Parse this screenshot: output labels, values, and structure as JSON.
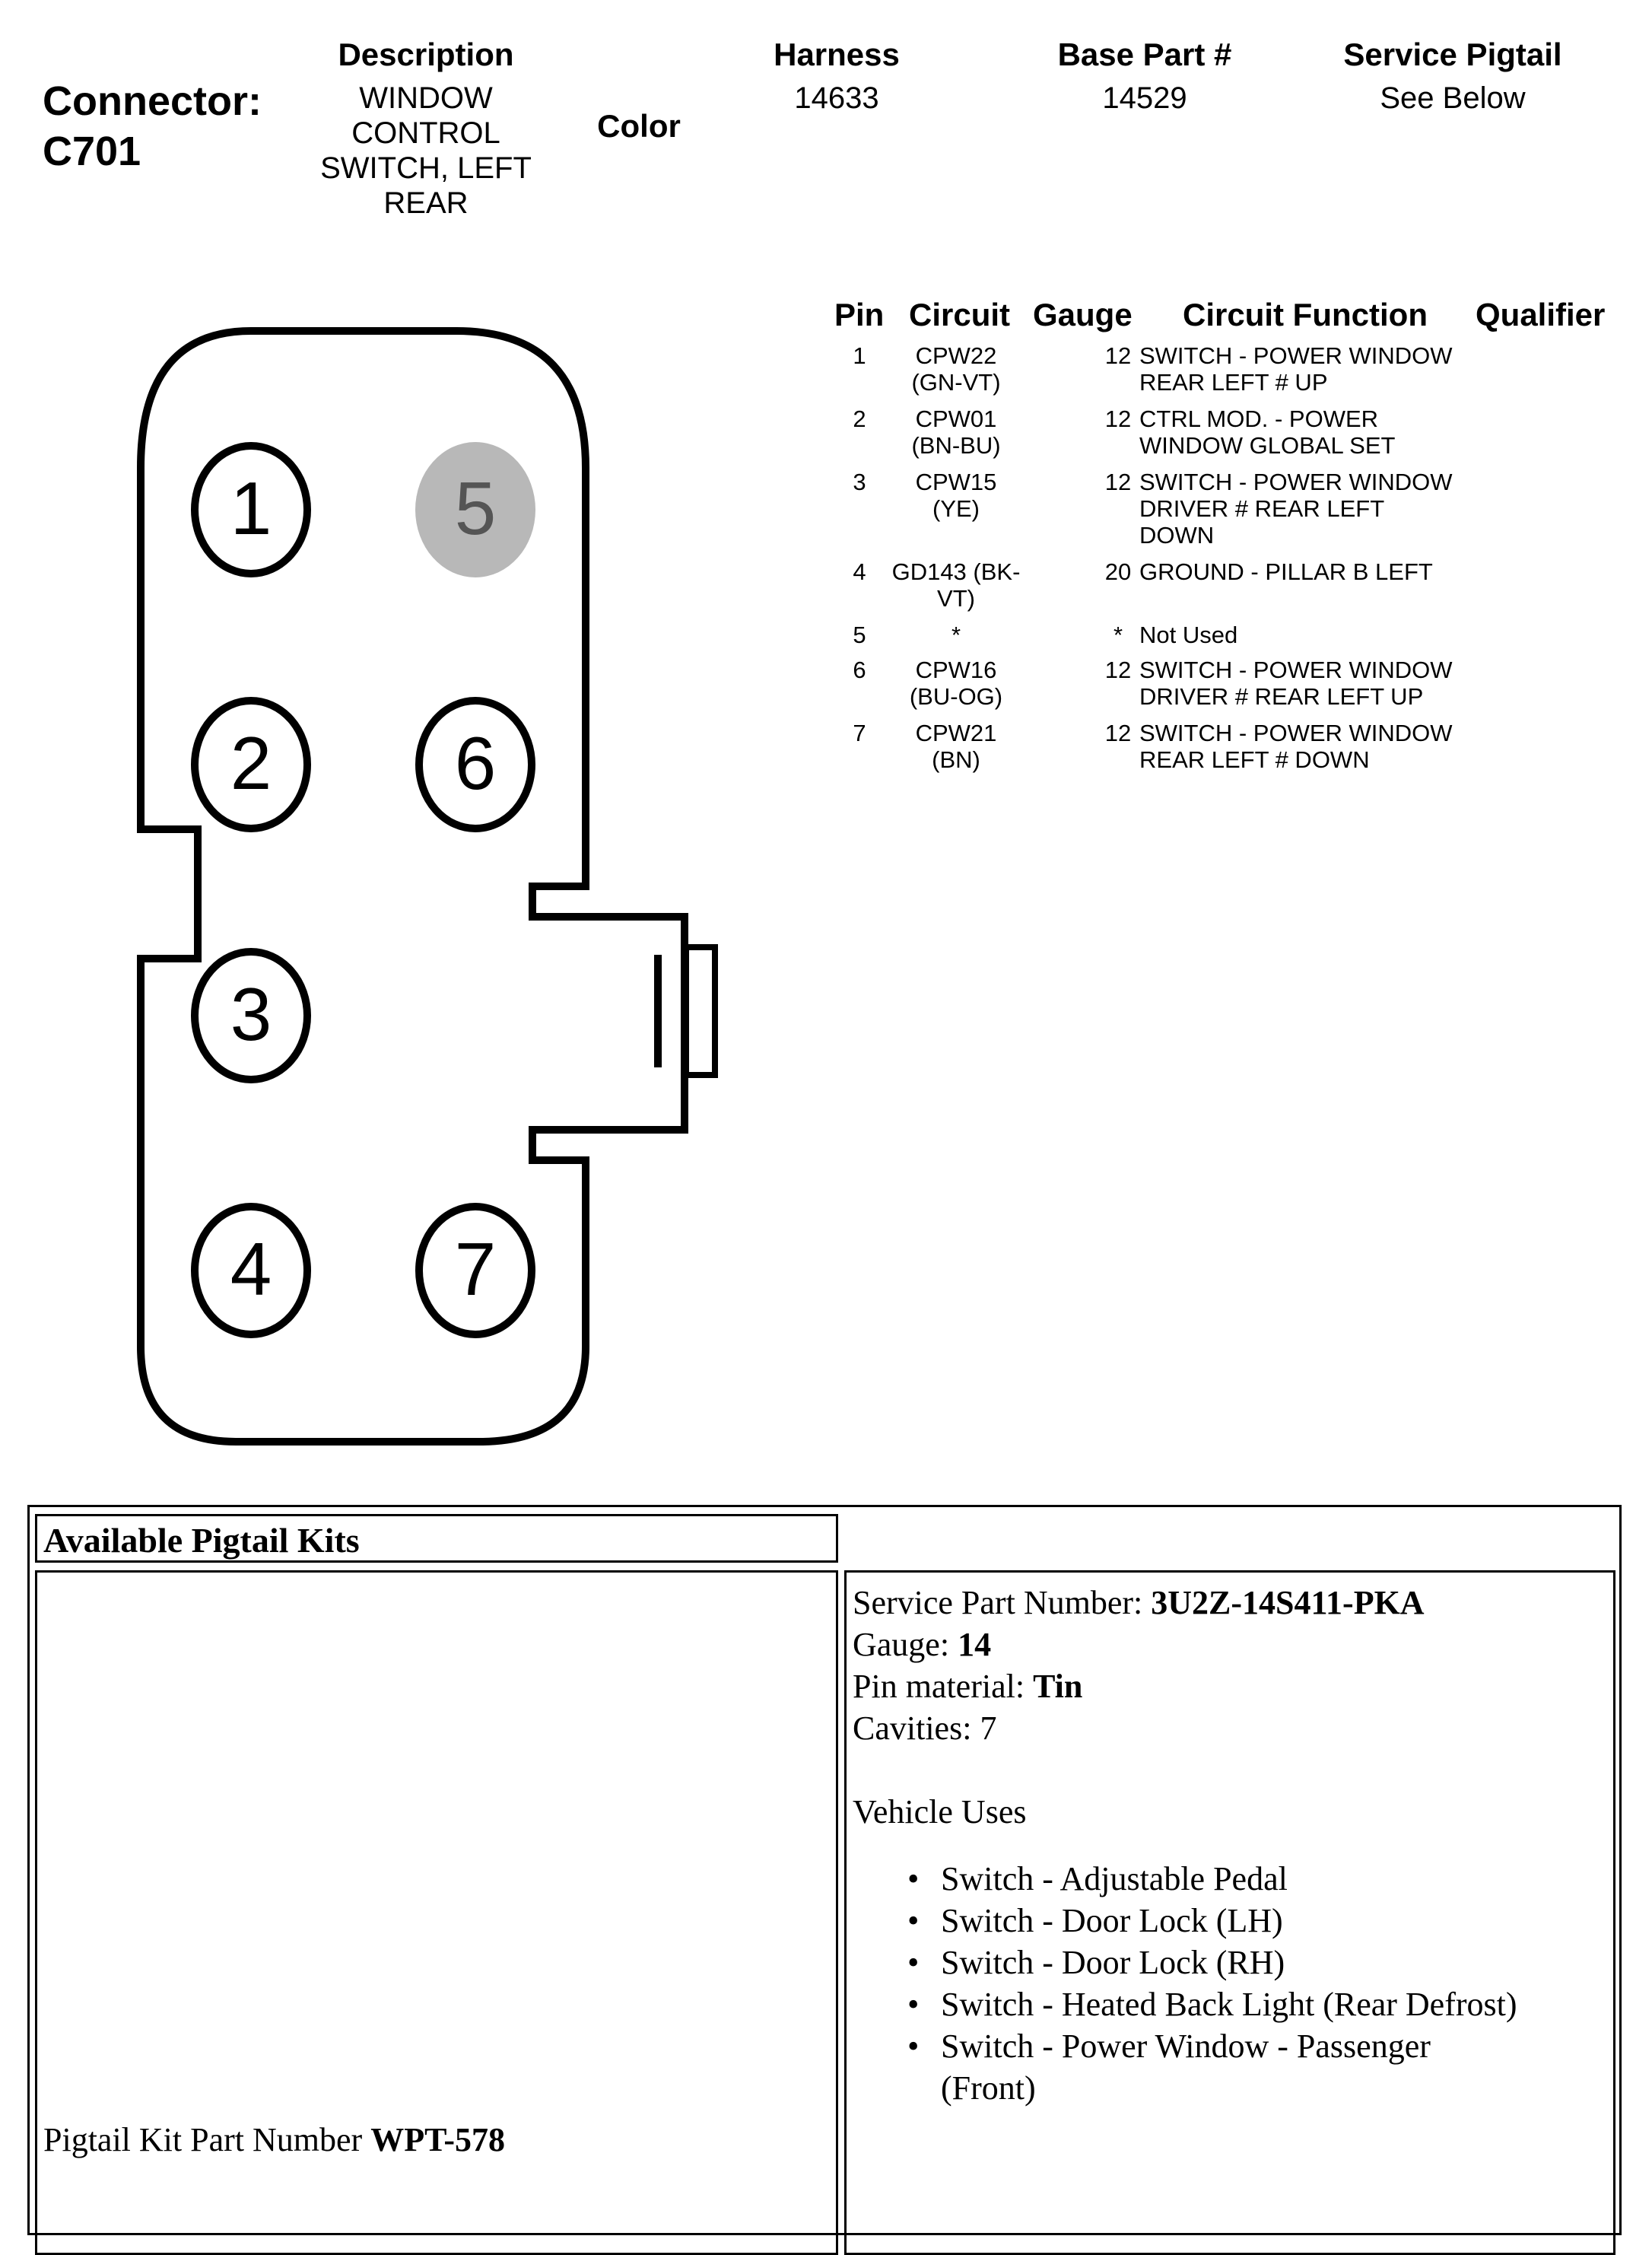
{
  "header": {
    "connector_label": "Connector:",
    "connector_id": "C701",
    "description_head": "Description",
    "description_lines": [
      "WINDOW",
      "CONTROL",
      "SWITCH, LEFT",
      "REAR"
    ],
    "color_head": "Color",
    "harness_head": "Harness",
    "harness_value": "14633",
    "base_part_head": "Base Part #",
    "base_part_value": "14529",
    "service_pigtail_head": "Service Pigtail",
    "service_pigtail_value": "See Below"
  },
  "pin_table": {
    "headers": {
      "pin": "Pin",
      "circuit": "Circuit",
      "gauge": "Gauge",
      "function": "Circuit Function",
      "qualifier": "Qualifier"
    },
    "rows": [
      {
        "pin": "1",
        "circuit": [
          "CPW22",
          "(GN-VT)"
        ],
        "gauge": "12",
        "function": [
          "SWITCH - POWER WINDOW",
          "REAR LEFT # UP"
        ]
      },
      {
        "pin": "2",
        "circuit": [
          "CPW01",
          "(BN-BU)"
        ],
        "gauge": "12",
        "function": [
          "CTRL MOD. - POWER",
          "WINDOW GLOBAL SET"
        ]
      },
      {
        "pin": "3",
        "circuit": [
          "CPW15",
          "(YE)"
        ],
        "gauge": "12",
        "function": [
          "SWITCH - POWER WINDOW",
          "DRIVER # REAR LEFT",
          "DOWN"
        ]
      },
      {
        "pin": "4",
        "circuit": [
          "GD143 (BK-",
          "VT)"
        ],
        "gauge": "20",
        "function": [
          "GROUND - PILLAR B LEFT"
        ]
      },
      {
        "pin": "5",
        "circuit": [
          "*"
        ],
        "gauge": "*",
        "function": [
          "Not Used"
        ]
      },
      {
        "pin": "6",
        "circuit": [
          "CPW16",
          "(BU-OG)"
        ],
        "gauge": "12",
        "function": [
          "SWITCH - POWER WINDOW",
          "DRIVER # REAR LEFT UP"
        ]
      },
      {
        "pin": "7",
        "circuit": [
          "CPW21",
          "(BN)"
        ],
        "gauge": "12",
        "function": [
          "SWITCH - POWER WINDOW",
          "REAR LEFT # DOWN"
        ]
      }
    ]
  },
  "diagram": {
    "pins": [
      {
        "label": "1",
        "state": "used"
      },
      {
        "label": "5",
        "state": "unused"
      },
      {
        "label": "2",
        "state": "used"
      },
      {
        "label": "6",
        "state": "used"
      },
      {
        "label": "3",
        "state": "used"
      },
      {
        "label": "4",
        "state": "used"
      },
      {
        "label": "7",
        "state": "used"
      }
    ],
    "unused_fill": "#b8b8b8",
    "unused_text": "#555555"
  },
  "pigtail": {
    "title": "Available Pigtail Kits",
    "kit_part_label": "Pigtail Kit Part Number ",
    "kit_part_value": "WPT-578",
    "service_part_label": "Service Part Number: ",
    "service_part_value": "3U2Z-14S411-PKA",
    "gauge_label": "Gauge: ",
    "gauge_value": "14",
    "pin_material_label": "Pin material: ",
    "pin_material_value": "Tin",
    "cavities_label": "Cavities: ",
    "cavities_value": "7",
    "vehicle_uses_label": "Vehicle Uses",
    "vehicle_uses": [
      "Switch - Adjustable Pedal",
      "Switch - Door Lock (LH)",
      "Switch - Door Lock (RH)",
      "Switch - Heated Back Light (Rear Defrost)",
      "Switch - Power Window - Passenger",
      "(Front)"
    ]
  }
}
